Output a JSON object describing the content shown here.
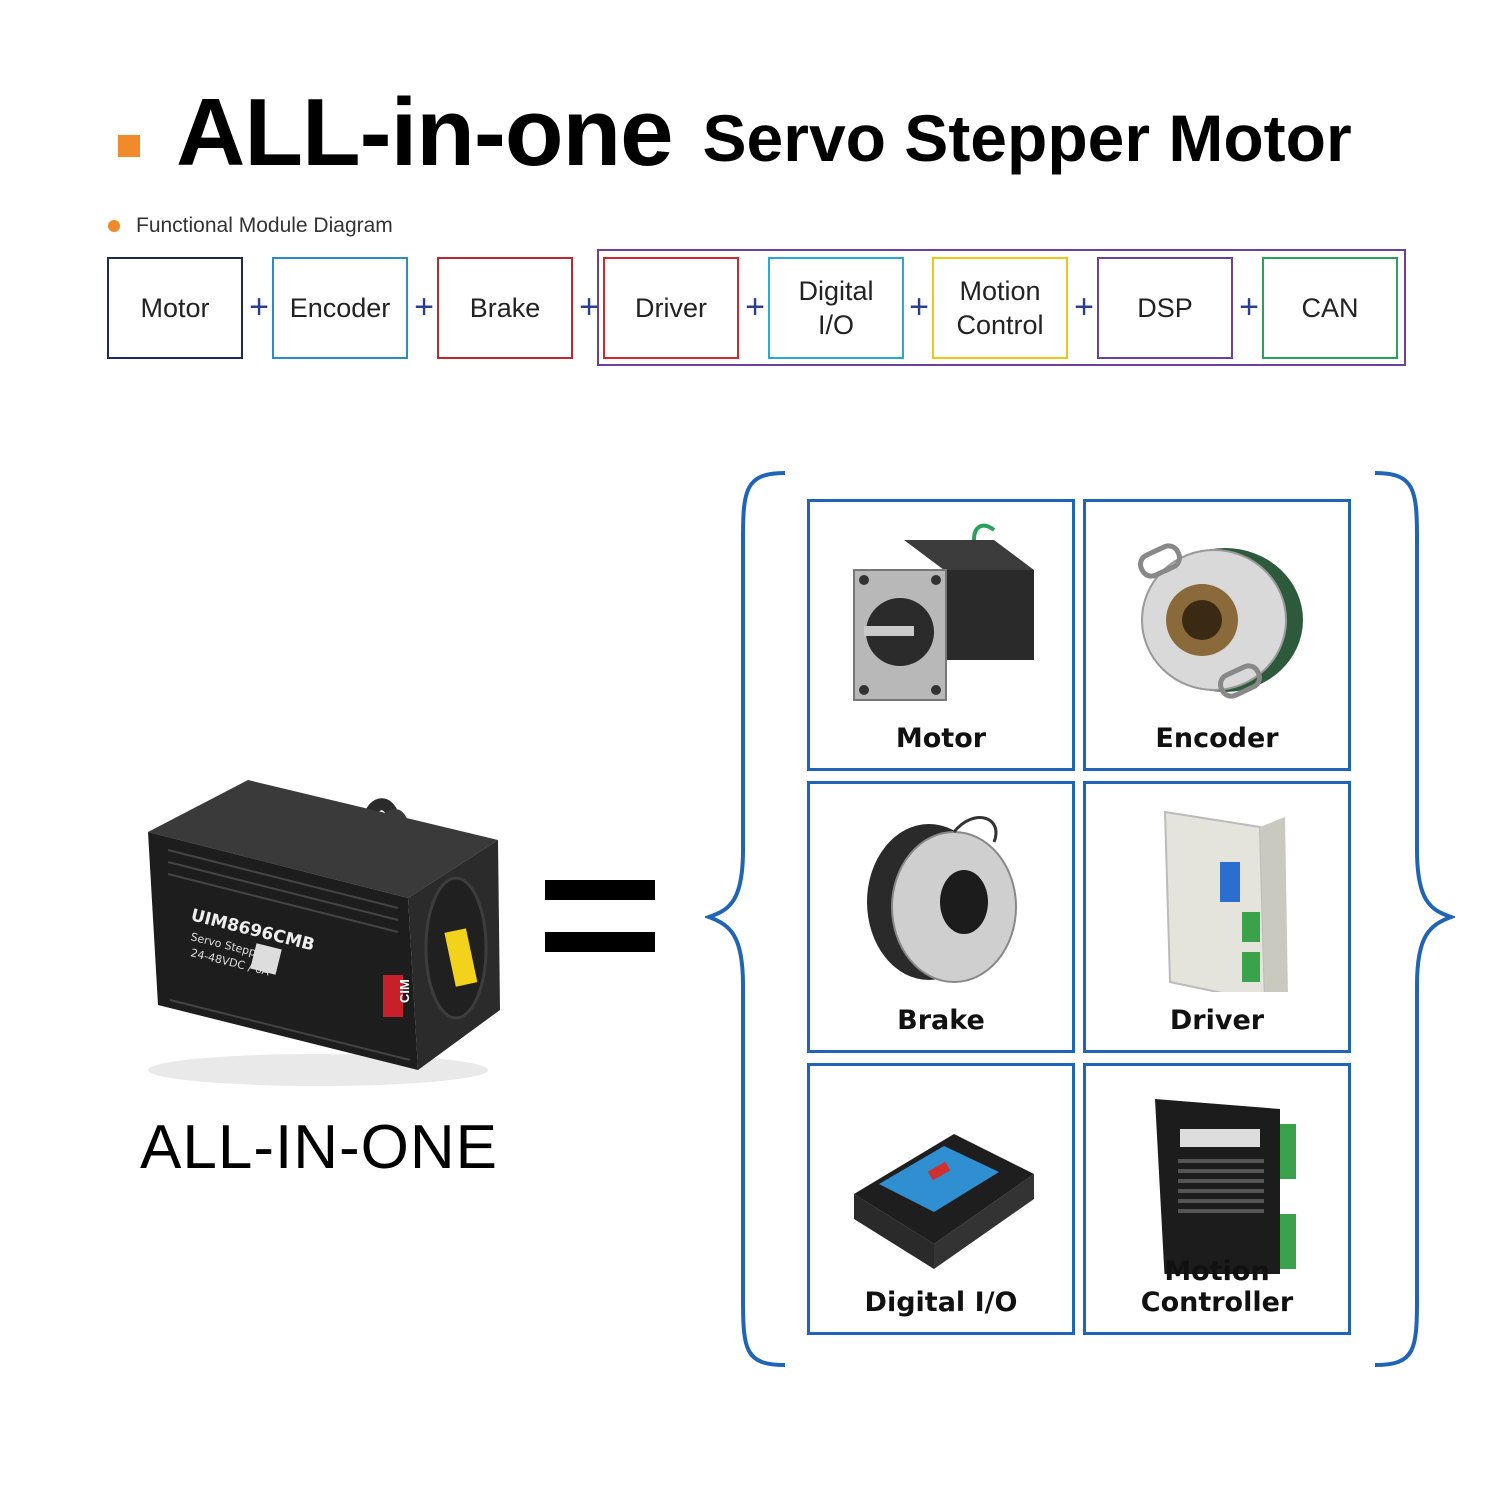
{
  "title": {
    "main": "ALL-in-one",
    "sub": "Servo Stepper Motor"
  },
  "diagram": {
    "label": "Functional Module Diagram",
    "modules": [
      "Motor",
      "Encoder",
      "Brake",
      "Driver",
      "Digital\nI/O",
      "Motion\nControl",
      "DSP",
      "CAN"
    ],
    "plus": "+",
    "colors": [
      "#1c2a55",
      "#2a8ec4",
      "#c0262d",
      "#d3262d",
      "#2aa9d6",
      "#f0c419",
      "#6c3fa0",
      "#2aa05a"
    ]
  },
  "product": {
    "label": "ALL-IN-ONE",
    "model_text": "UIM8696CMB",
    "sub_text": "Servo Stepper",
    "spec_text": "24-48VDC / 6A",
    "brand_mark": "CIM"
  },
  "components": [
    {
      "label": "Motor",
      "icon": "stepper-motor-icon"
    },
    {
      "label": "Encoder",
      "icon": "encoder-icon"
    },
    {
      "label": "Brake",
      "icon": "brake-icon"
    },
    {
      "label": "Driver",
      "icon": "driver-icon"
    },
    {
      "label": "Digital I/O",
      "icon": "digital-io-icon"
    },
    {
      "label": "Motion Controller",
      "icon": "motion-controller-icon"
    }
  ],
  "accent": {
    "orange": "#f08a2a",
    "blue": "#1f64b7"
  }
}
